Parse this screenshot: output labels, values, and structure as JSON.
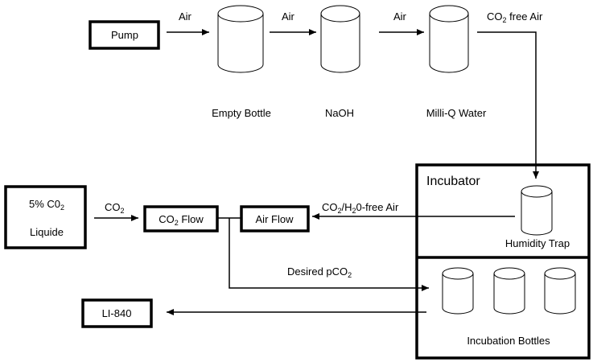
{
  "nodes": {
    "pump": "Pump",
    "empty_bottle": "Empty Bottle",
    "naoh": "NaOH",
    "milliq": "Milli-Q Water",
    "incubator": "Incubator",
    "humidity_trap": "Humidity Trap",
    "co2_source_line1_main": "5%  C0",
    "co2_source_line1_sub": "2",
    "co2_source_line2": "Liquide",
    "co2_flow_main": "CO",
    "co2_flow_sub": "2",
    "co2_flow_rest": " Flow",
    "air_flow": "Air Flow",
    "li840": "LI-840",
    "incubation_bottles": "Incubation Bottles"
  },
  "edges": {
    "air1": "Air",
    "air2": "Air",
    "air3": "Air",
    "co2_free_main": "CO",
    "co2_free_sub": "2",
    "co2_free_rest": " free Air",
    "co2_main": "CO",
    "co2_sub": "2",
    "co2h2o_a": "CO",
    "co2h2o_a_sub": "2",
    "co2h2o_b": "/H",
    "co2h2o_b_sub": "2",
    "co2h2o_c": "0-free Air",
    "desired_main": "Desired pCO",
    "desired_sub": "2"
  }
}
